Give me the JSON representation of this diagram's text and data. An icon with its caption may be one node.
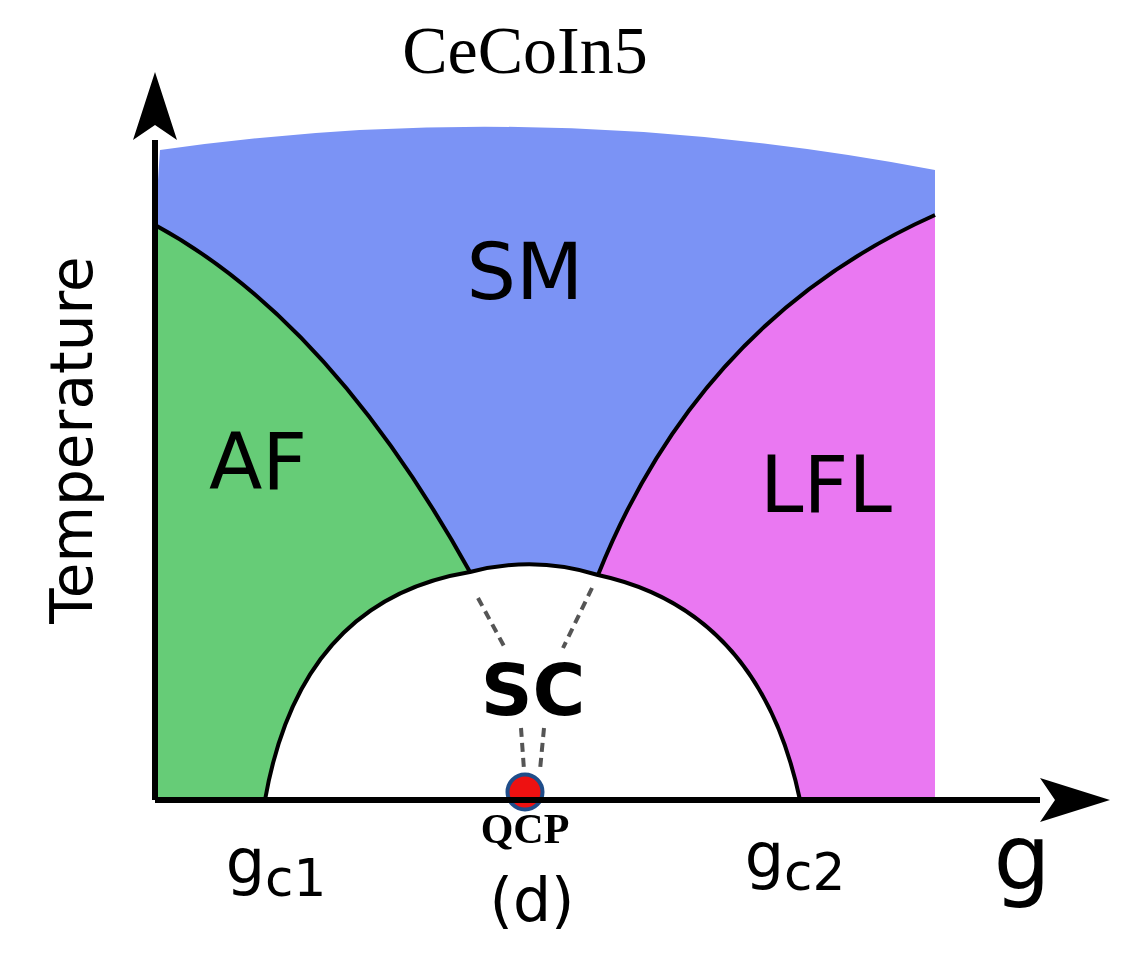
{
  "diagram": {
    "title": "CeCoIn5",
    "nodes": [
      {
        "text": [
          "SM"
        ]
      },
      {
        "text": [
          "AF"
        ]
      },
      {
        "text": [
          "LFL"
        ]
      },
      {
        "text": [
          "SC"
        ]
      },
      {
        "text": [],
        "shape": "circle",
        "beside": [
          "QCP"
        ]
      }
    ],
    "labels": [
      "Temperature",
      "g$_{c1}$",
      "g$_{c2}$",
      "g",
      "(d)"
    ]
  }
}
